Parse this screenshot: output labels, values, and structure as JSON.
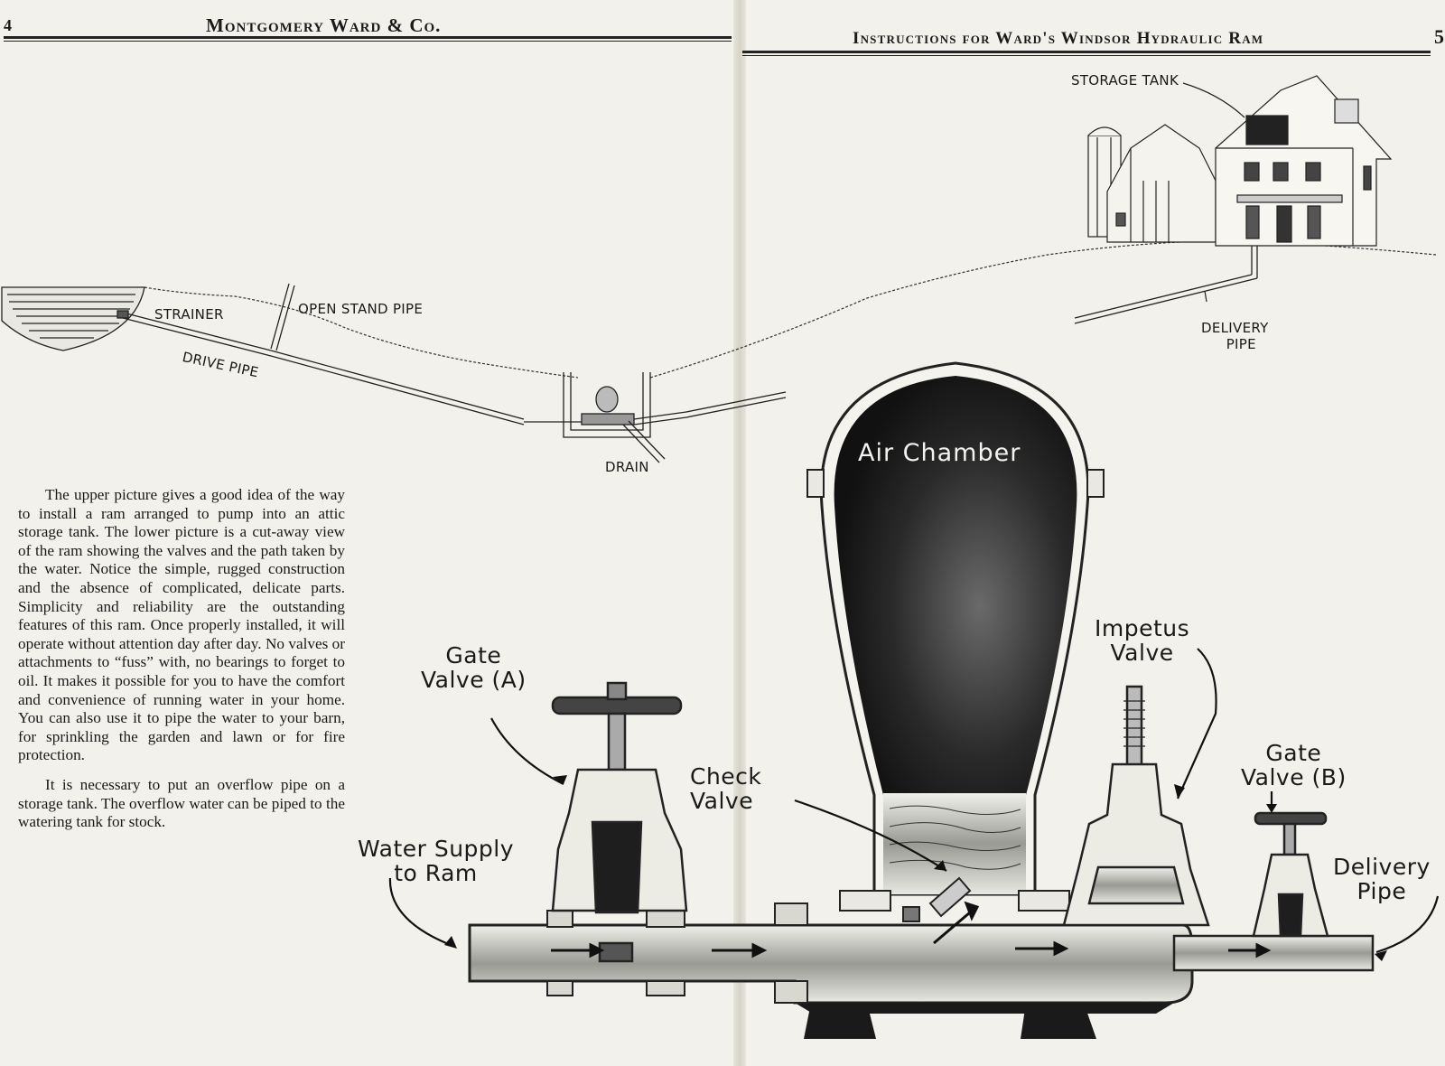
{
  "left_page": {
    "page_number": "4",
    "running_head": "Montgomery Ward & Co.",
    "paragraphs": [
      "The upper picture gives a good idea of the way to install a ram arranged to pump into an attic storage tank. The lower picture is a cut-away view of the ram showing the valves and the path taken by the water. Notice the simple, rugged construction and the absence of complicated, delicate parts. Simplicity and reliability are the outstanding features of this ram. Once properly installed, it will operate without attention day after day. No valves or attachments to “fuss” with, no bearings to forget to oil. It makes it possible for you to have the comfort and convenience of running water in your home. You can also use it to pipe the water to your barn, for sprinkling the garden and lawn or for fire protection.",
      "It is necessary to put an overflow pipe on a storage tank. The overflow water can be piped to the watering tank for stock."
    ]
  },
  "right_page": {
    "page_number": "5",
    "running_head": "Instructions for Ward's Windsor Hydraulic Ram"
  },
  "installation_diagram": {
    "labels": {
      "strainer": "STRAINER",
      "open_stand_pipe": "OPEN STAND PIPE",
      "drive_pipe": "DRIVE PIPE",
      "drain": "DRAIN",
      "storage_tank": "STORAGE TANK",
      "delivery_pipe_line1": "DELIVERY",
      "delivery_pipe_line2": "PIPE"
    }
  },
  "ram_cutaway": {
    "labels": {
      "air_chamber": "Air Chamber",
      "gate_valve_a_line1": "Gate",
      "gate_valve_a_line2": "Valve (A)",
      "check_valve_line1": "Check",
      "check_valve_line2": "Valve",
      "impetus_valve_line1": "Impetus",
      "impetus_valve_line2": "Valve",
      "gate_valve_b_line1": "Gate",
      "gate_valve_b_line2": "Valve (B)",
      "water_supply_line1": "Water Supply",
      "water_supply_line2": "to Ram",
      "delivery_line1": "Delivery",
      "delivery_line2": "Pipe"
    }
  }
}
